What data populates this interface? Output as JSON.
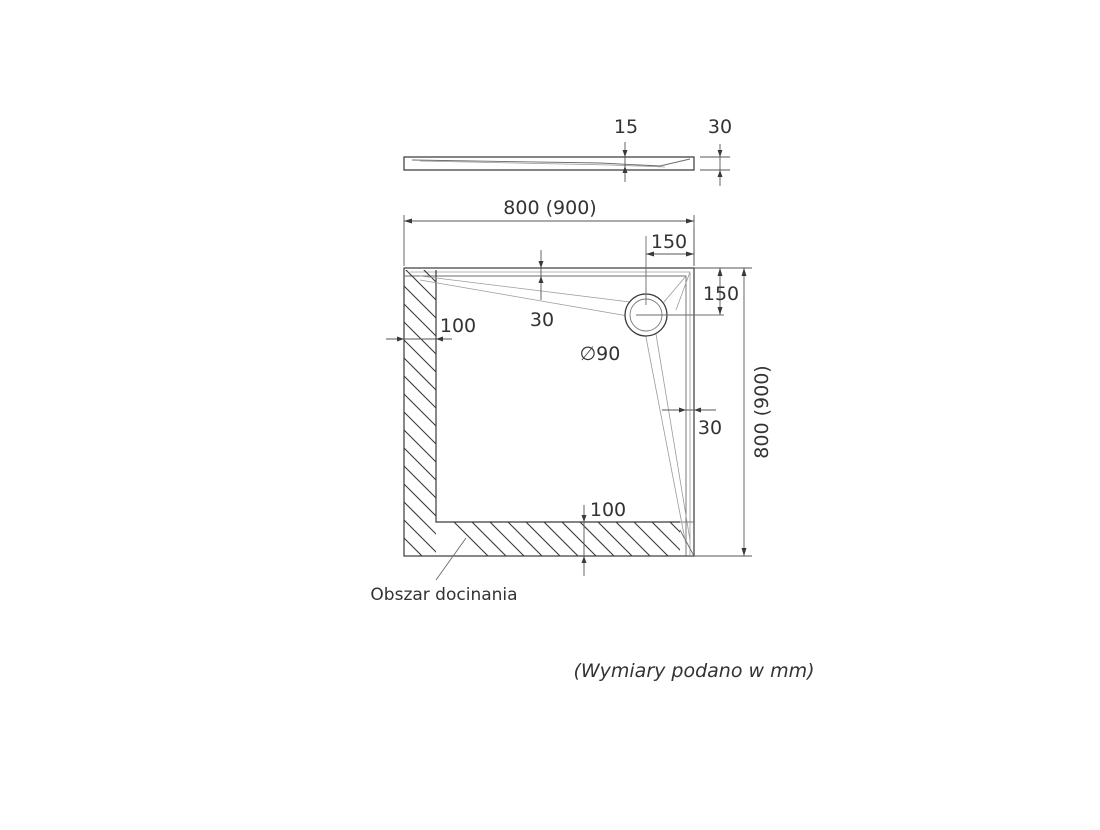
{
  "dimensions": {
    "side_slope_depth": "15",
    "side_total_height": "30",
    "overall_width": "800 (900)",
    "drain_offset_x": "150",
    "drain_offset_y": "150",
    "top_edge_fall": "30",
    "left_trim": "100",
    "drain_diameter": "∅90",
    "right_edge_fall": "30",
    "bottom_trim": "100",
    "overall_depth": "800 (900)"
  },
  "labels": {
    "trim_area": "Obszar docinania",
    "units_note": "(Wymiary podano w mm)"
  },
  "colors": {
    "line": "#3a3a3a",
    "text": "#333333",
    "background": "#ffffff"
  }
}
